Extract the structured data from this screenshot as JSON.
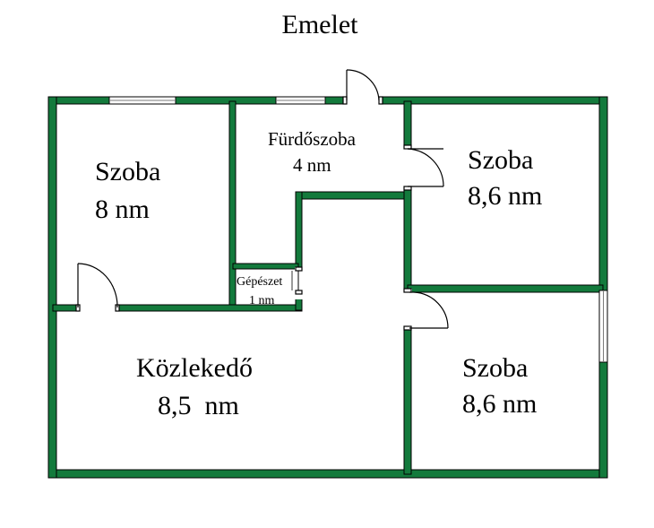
{
  "title": "Emelet",
  "colors": {
    "wall": "#137a3c",
    "line": "#000000",
    "window_glass": "#c8c8c8",
    "background": "#ffffff"
  },
  "rooms": [
    {
      "id": "szoba-left",
      "name": "Szoba",
      "area": "8 nm"
    },
    {
      "id": "furdoszoba",
      "name": "Fürdőszoba",
      "area": "4 nm"
    },
    {
      "id": "szoba-top-right",
      "name": "Szoba",
      "area": "8,6 nm"
    },
    {
      "id": "gepeszet",
      "name": "Gépészet",
      "area": "1 nm"
    },
    {
      "id": "kozlekedo",
      "name": "Közlekedő",
      "area": "8,5  nm"
    },
    {
      "id": "szoba-bottom-right",
      "name": "Szoba",
      "area": "8,6 nm"
    }
  ],
  "doors": [
    "entrance-door",
    "bathroom-door",
    "room-top-right-door",
    "room-left-door",
    "room-bottom-right-door",
    "gepeszet-door"
  ],
  "windows": [
    "window-left-room-top",
    "window-bathroom-top",
    "window-right-wall"
  ]
}
